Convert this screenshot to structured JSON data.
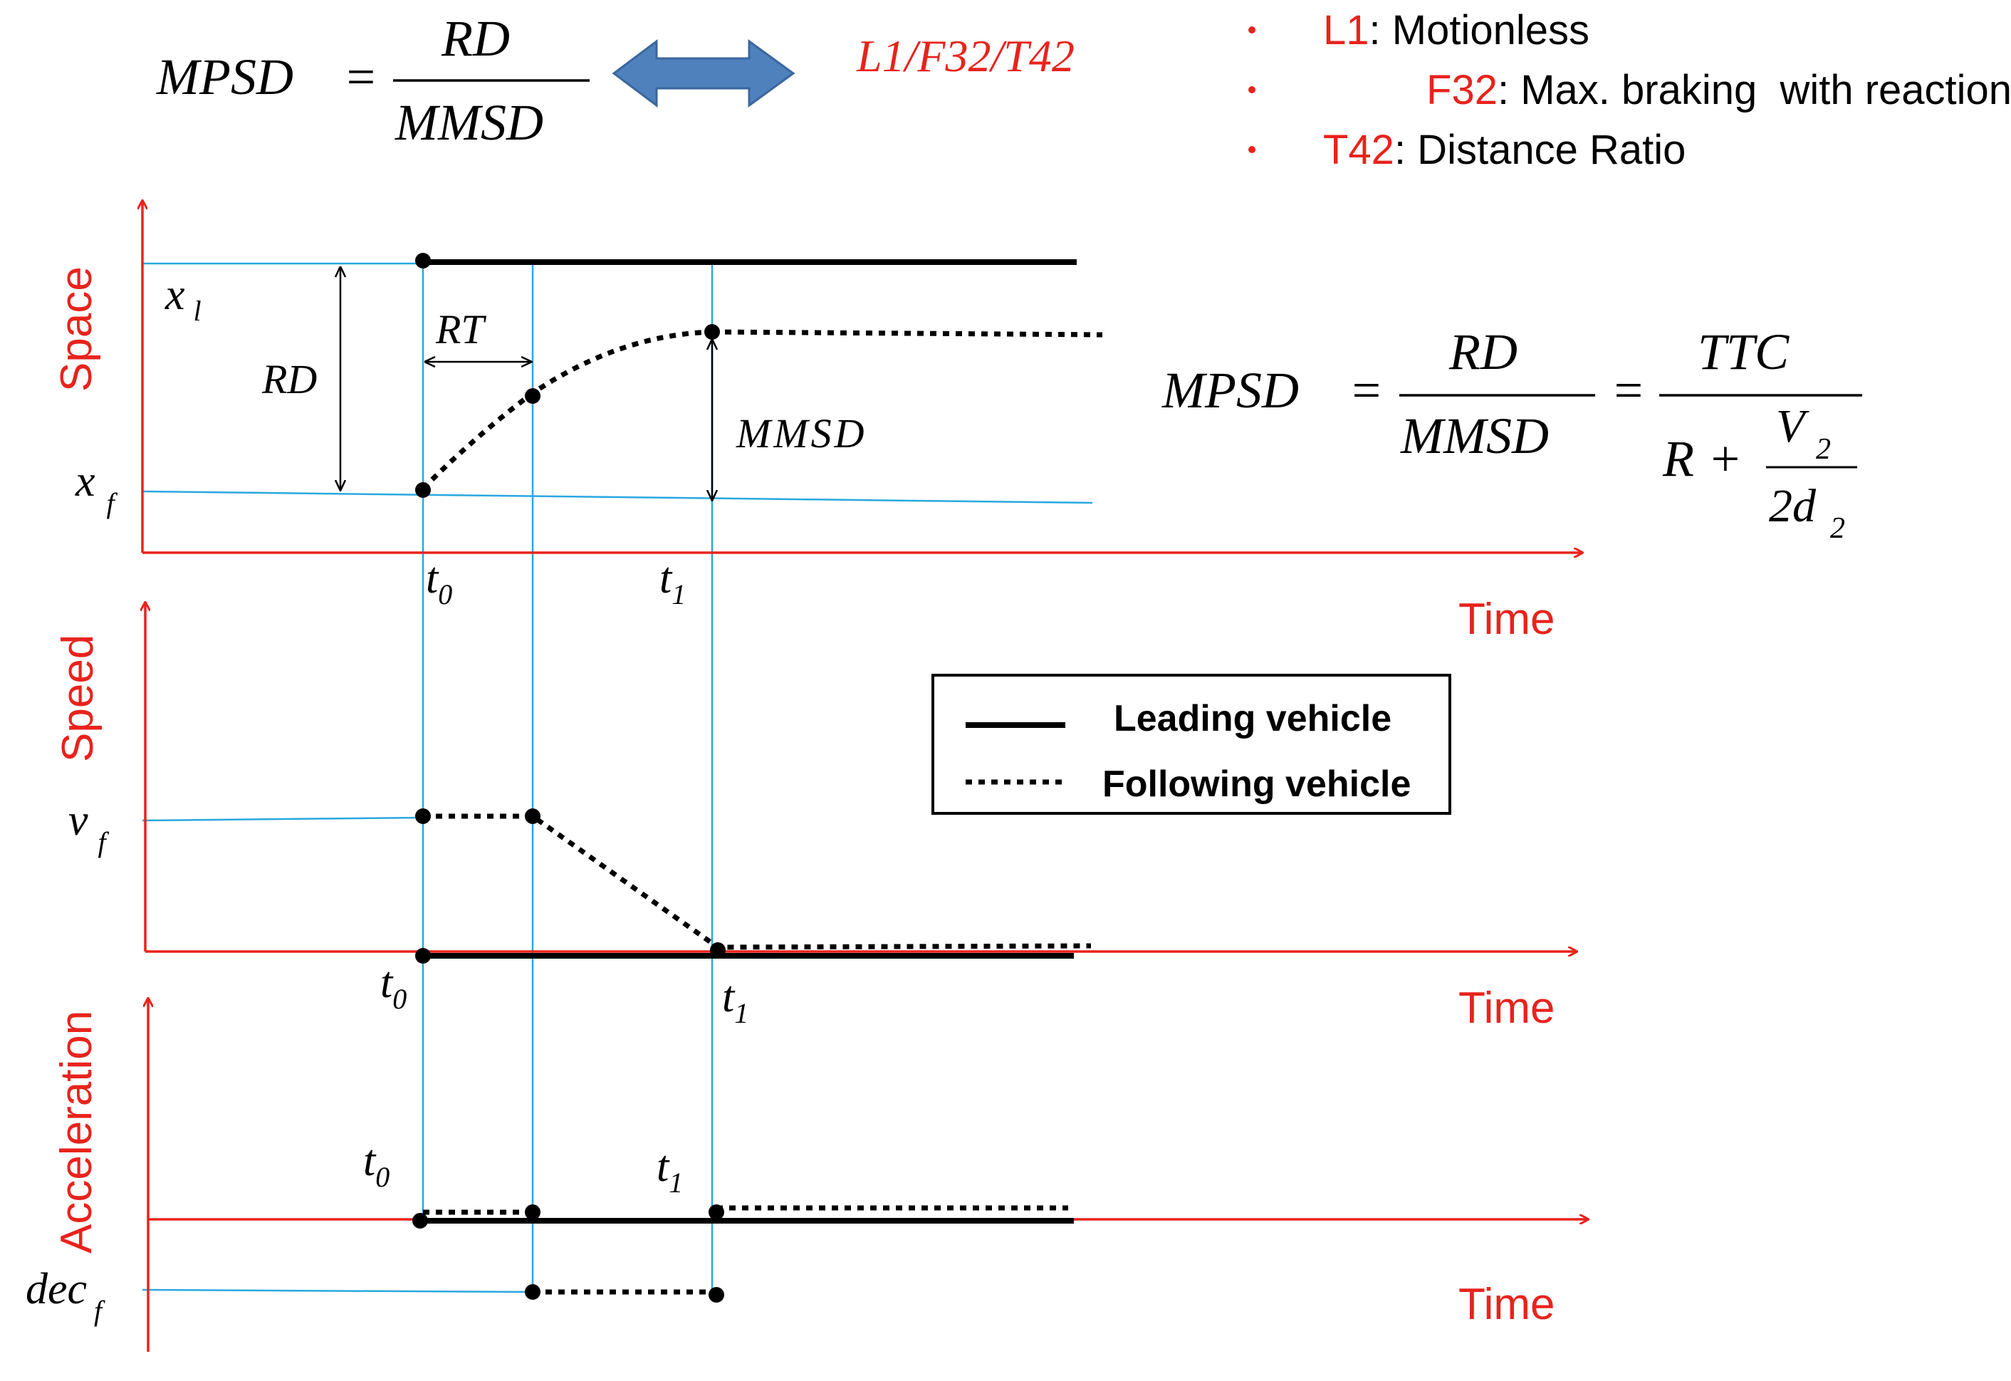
{
  "header": {
    "eq_lhs": "MPSD",
    "eq_num": "RD",
    "eq_den": "MMSD",
    "eq_tag": "L1/F32/T42",
    "bullets": [
      {
        "code": "L1",
        "text": ": Motionless"
      },
      {
        "code": "F32",
        "text": ": Max. braking  with reaction"
      },
      {
        "code": "T42",
        "text": ": Distance Ratio"
      }
    ]
  },
  "formula": {
    "lhs": "MPSD",
    "num1": "RD",
    "den1": "MMSD",
    "num2": "TTC",
    "den2_r": "R",
    "den2_v": "V",
    "den2_v_sub": "2",
    "den2_d_coef": "2d",
    "den2_d_sub": "2"
  },
  "panels": {
    "space": {
      "ylabel": "Space",
      "xlabel": "Time",
      "x_l": "x",
      "x_l_sub": "l",
      "x_f": "x",
      "x_f_sub": "f",
      "rd": "RD",
      "rt": "RT",
      "mmsd": "MMSD",
      "t0": "t",
      "t0_sub": "0",
      "t1": "t",
      "t1_sub": "1"
    },
    "speed": {
      "ylabel": "Speed",
      "xlabel": "Time",
      "v_f": "v",
      "v_f_sub": "f",
      "t0": "t",
      "t0_sub": "0",
      "t1": "t",
      "t1_sub": "1"
    },
    "acceleration": {
      "ylabel": "Acceleration",
      "xlabel": "Time",
      "dec_f": "dec",
      "dec_f_sub": "f",
      "t0": "t",
      "t0_sub": "0",
      "t1": "t",
      "t1_sub": "1"
    }
  },
  "legend": {
    "leading": "Leading vehicle",
    "following": "Following vehicle"
  },
  "colors": {
    "axis": "#e8231c",
    "guide": "#29a8e0",
    "ink": "#000000",
    "arrow": "#4f81bd",
    "label_red": "#e8231c"
  }
}
